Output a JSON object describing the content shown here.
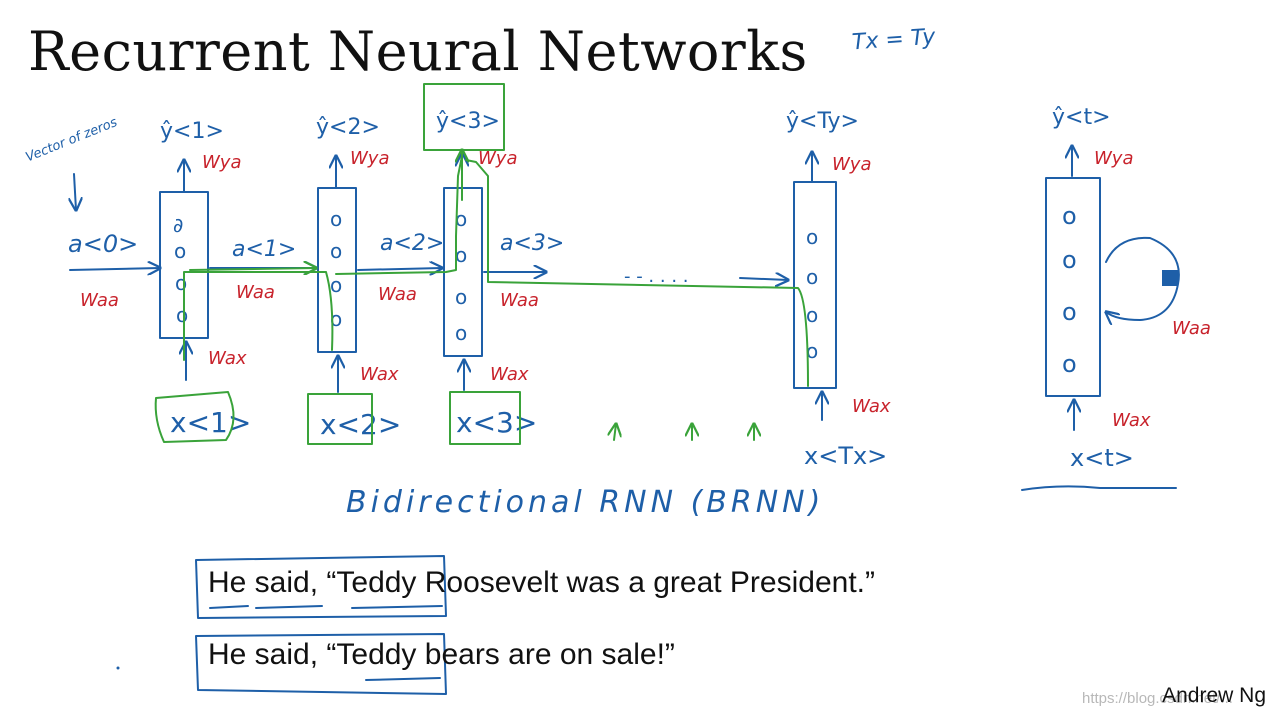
{
  "slide": {
    "title": "Recurrent Neural Networks",
    "author": "Andrew Ng",
    "watermark": "https://blog.csdn.net/..."
  },
  "annotations": {
    "tx_ty": "Tx = Ty",
    "vector_of_zeros": "Vector of zeros",
    "a0": "a<0>",
    "bidirectional": "Bidirectional RNN (BRNN)"
  },
  "unrolled": {
    "cells": [
      {
        "y_hat": "ŷ<1>",
        "x": "x<1>",
        "a_out": "a<1>",
        "w_ya": "Wya",
        "w_ax": "Wax",
        "w_aa": "Waa"
      },
      {
        "y_hat": "ŷ<2>",
        "x": "x<2>",
        "a_out": "a<2>",
        "w_ya": "Wya",
        "w_ax": "Wax",
        "w_aa": "Waa"
      },
      {
        "y_hat": "ŷ<3>",
        "x": "x<3>",
        "a_out": "a<3>",
        "w_ya": "Wya",
        "w_ax": "Wax",
        "w_aa": "Waa"
      },
      {
        "y_hat": "ŷ<Ty>",
        "x": "x<Tx>",
        "w_ya": "Wya",
        "w_ax": "Wax"
      }
    ],
    "ellipsis": "- - . . . ."
  },
  "rolled": {
    "y_hat": "ŷ<t>",
    "x": "x<t>",
    "w_ya": "Wya",
    "w_aa": "Waa",
    "w_ax": "Wax"
  },
  "sentences": [
    "He said, “Teddy Roosevelt was a great President.”",
    "He said, “Teddy bears are on sale!”"
  ],
  "colors": {
    "ink_blue": "#1e5fa8",
    "ink_red": "#c8232c",
    "ink_green": "#3aa33a"
  }
}
